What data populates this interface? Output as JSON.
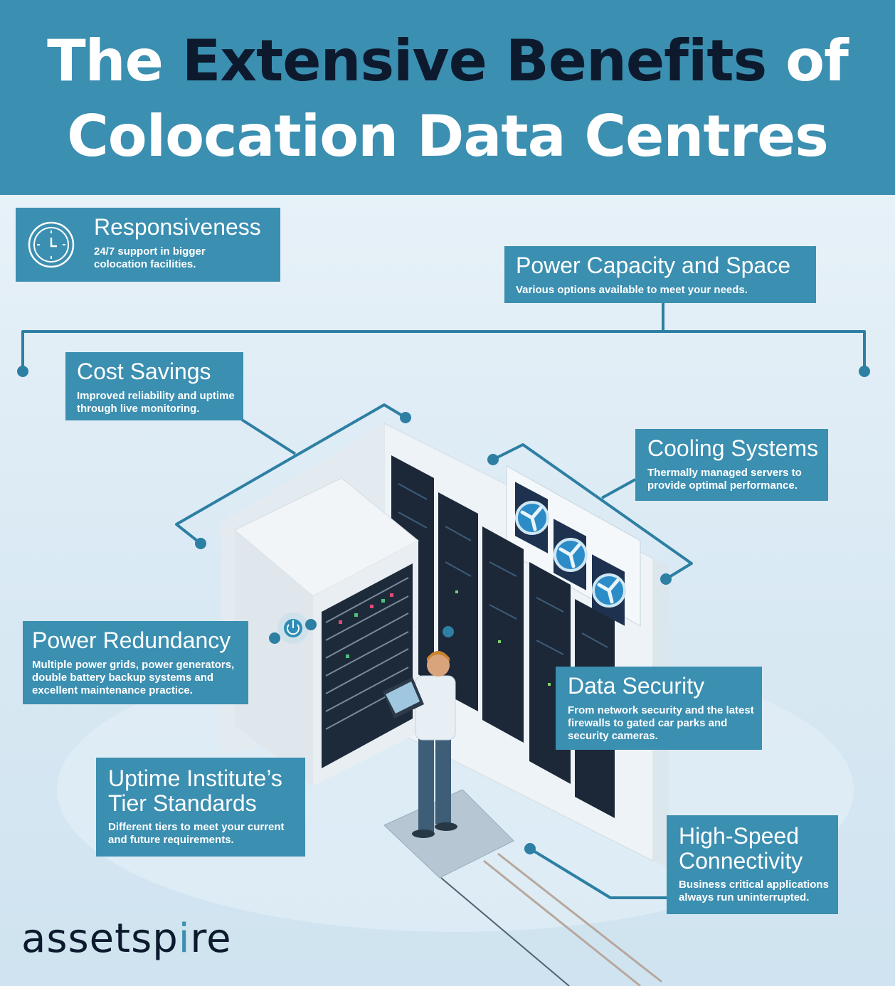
{
  "header": {
    "title_line1": {
      "part1": "The",
      "part2": "Extensive Benefits",
      "part3": "of"
    },
    "title_line2": "Colocation Data Centres"
  },
  "benefits": {
    "responsiveness": {
      "title": "Responsiveness",
      "desc": "24/7 support in bigger colocation facilities."
    },
    "power_capacity": {
      "title": "Power Capacity and Space",
      "desc": "Various options available to meet your needs."
    },
    "cost_savings": {
      "title": "Cost Savings",
      "desc": "Improved reliability and uptime through live monitoring."
    },
    "cooling": {
      "title": "Cooling Systems",
      "desc": "Thermally managed servers to provide optimal performance."
    },
    "power_redundancy": {
      "title": "Power Redundancy",
      "desc": "Multiple power grids, power generators, double battery backup systems and excellent maintenance practice."
    },
    "data_security": {
      "title": "Data Security",
      "desc": "From network security and the latest firewalls to gated car parks and security cameras."
    },
    "uptime": {
      "title": "Uptime Institute’s Tier Standards",
      "desc": "Different tiers to meet your current and future requirements."
    },
    "connectivity": {
      "title": "High-Speed Connectivity",
      "desc": "Business critical applications always run uninterrupted."
    }
  },
  "logo": {
    "pre": "assetsp",
    "accent": "i",
    "post": "re"
  },
  "icons": [
    "clock-icon",
    "power-icon",
    "fan-icon"
  ],
  "colors": {
    "primary": "#3b8fb1",
    "dark": "#0d1a2e",
    "line": "#2d7fa3"
  }
}
